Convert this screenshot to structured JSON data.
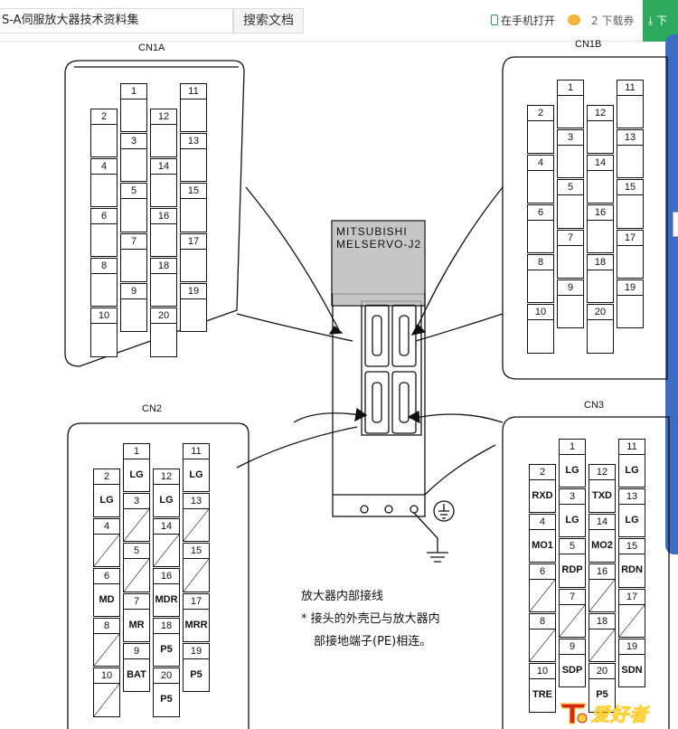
{
  "toolbar": {
    "doc_title": "S-A伺服放大器技术资料集",
    "search_label": "搜索文档",
    "open_mobile_label": "在手机打开",
    "vouchers_label": "2 下载券",
    "download_label": "下"
  },
  "diagram": {
    "labels": {
      "cn1a": "CN1A",
      "cn1b": "CN1B",
      "cn2": "CN2",
      "cn3": "CN3",
      "amp_brand": "MITSUBISHI",
      "amp_model": "MELSERVO-J2"
    },
    "note": {
      "line1": "放大器内部接线",
      "line2": "* 接头的外壳已与放大器内",
      "line3": "部接地端子(PE)相连。"
    },
    "connectors": {
      "cn1a": {
        "cells": [
          {
            "p": "1",
            "s": ""
          },
          {
            "p": "11",
            "s": ""
          },
          {
            "p": "2",
            "s": ""
          },
          {
            "p": "12",
            "s": ""
          },
          {
            "p": "3",
            "s": ""
          },
          {
            "p": "13",
            "s": ""
          },
          {
            "p": "4",
            "s": ""
          },
          {
            "p": "14",
            "s": ""
          },
          {
            "p": "5",
            "s": ""
          },
          {
            "p": "15",
            "s": ""
          },
          {
            "p": "6",
            "s": ""
          },
          {
            "p": "16",
            "s": ""
          },
          {
            "p": "7",
            "s": ""
          },
          {
            "p": "17",
            "s": ""
          },
          {
            "p": "8",
            "s": ""
          },
          {
            "p": "18",
            "s": ""
          },
          {
            "p": "9",
            "s": ""
          },
          {
            "p": "19",
            "s": ""
          },
          {
            "p": "10",
            "s": ""
          },
          {
            "p": "20",
            "s": ""
          }
        ]
      },
      "cn1b": {
        "cells": [
          {
            "p": "1",
            "s": ""
          },
          {
            "p": "11",
            "s": ""
          },
          {
            "p": "2",
            "s": ""
          },
          {
            "p": "12",
            "s": ""
          },
          {
            "p": "3",
            "s": ""
          },
          {
            "p": "13",
            "s": ""
          },
          {
            "p": "4",
            "s": ""
          },
          {
            "p": "14",
            "s": ""
          },
          {
            "p": "5",
            "s": ""
          },
          {
            "p": "15",
            "s": ""
          },
          {
            "p": "6",
            "s": ""
          },
          {
            "p": "16",
            "s": ""
          },
          {
            "p": "7",
            "s": ""
          },
          {
            "p": "17",
            "s": ""
          },
          {
            "p": "8",
            "s": ""
          },
          {
            "p": "18",
            "s": ""
          },
          {
            "p": "9",
            "s": ""
          },
          {
            "p": "19",
            "s": ""
          },
          {
            "p": "10",
            "s": ""
          },
          {
            "p": "20",
            "s": ""
          }
        ]
      },
      "cn2": {
        "cells": [
          {
            "p": "1",
            "s": "LG"
          },
          {
            "p": "11",
            "s": "LG"
          },
          {
            "p": "2",
            "s": "LG"
          },
          {
            "p": "12",
            "s": "LG"
          },
          {
            "p": "3",
            "s": ""
          },
          {
            "p": "13",
            "s": ""
          },
          {
            "p": "4",
            "s": ""
          },
          {
            "p": "14",
            "s": ""
          },
          {
            "p": "5",
            "s": ""
          },
          {
            "p": "15",
            "s": ""
          },
          {
            "p": "6",
            "s": "MD"
          },
          {
            "p": "16",
            "s": "MDR"
          },
          {
            "p": "7",
            "s": "MR"
          },
          {
            "p": "17",
            "s": "MRR"
          },
          {
            "p": "8",
            "s": ""
          },
          {
            "p": "18",
            "s": "P5"
          },
          {
            "p": "9",
            "s": "BAT"
          },
          {
            "p": "19",
            "s": "P5"
          },
          {
            "p": "10",
            "s": ""
          },
          {
            "p": "20",
            "s": "P5"
          }
        ]
      },
      "cn3": {
        "cells": [
          {
            "p": "1",
            "s": "LG"
          },
          {
            "p": "11",
            "s": "LG"
          },
          {
            "p": "2",
            "s": "RXD"
          },
          {
            "p": "12",
            "s": "TXD"
          },
          {
            "p": "3",
            "s": "LG"
          },
          {
            "p": "13",
            "s": "LG"
          },
          {
            "p": "4",
            "s": "MO1"
          },
          {
            "p": "14",
            "s": "MO2"
          },
          {
            "p": "5",
            "s": "RDP"
          },
          {
            "p": "15",
            "s": "RDN"
          },
          {
            "p": "6",
            "s": ""
          },
          {
            "p": "16",
            "s": ""
          },
          {
            "p": "7",
            "s": ""
          },
          {
            "p": "17",
            "s": ""
          },
          {
            "p": "8",
            "s": ""
          },
          {
            "p": "18",
            "s": ""
          },
          {
            "p": "9",
            "s": "SDP"
          },
          {
            "p": "19",
            "s": "SDN"
          },
          {
            "p": "10",
            "s": "TRE"
          },
          {
            "p": "20",
            "s": "P5"
          }
        ]
      }
    },
    "watermark": "爱好者"
  }
}
